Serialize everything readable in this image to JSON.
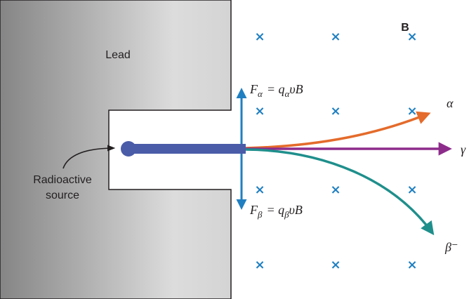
{
  "labels": {
    "lead": "Lead",
    "field": "B",
    "source_line1": "Radioactive",
    "source_line2": "source",
    "alpha": "α",
    "gamma": "γ",
    "beta_minus": "β⁻"
  },
  "forces": {
    "alpha": {
      "F": "F",
      "sub_alpha": "α",
      "eq": "= q",
      "sub_q": "α",
      "rest": "υB"
    },
    "beta": {
      "F": "F",
      "sub_beta": "β",
      "eq": "= q",
      "sub_q": "β",
      "rest": "υB"
    }
  },
  "colors": {
    "lead_dark": "#8a8a8b",
    "lead_light": "#dedede",
    "beam": "#4a5ca8",
    "force_arrow": "#1f7fc1",
    "alpha_path": "#e46b2b",
    "gamma_path": "#8d2c8b",
    "beta_path": "#1f8f8c",
    "field_marker": "#1f7fc1"
  },
  "field_markers": {
    "symbol": "×",
    "rows": 4,
    "cols": 3
  }
}
